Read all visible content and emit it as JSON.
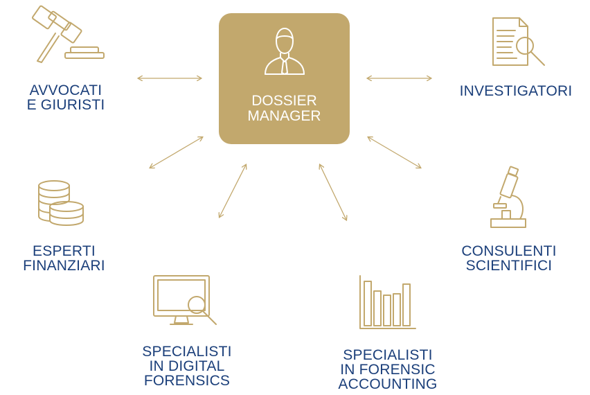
{
  "hub": {
    "lines": [
      "DOSSIER",
      "MANAGER"
    ],
    "icon": "manager-icon"
  },
  "nodes": [
    {
      "id": "avvocati",
      "lines": [
        "AVVOCATI",
        "E GIURISTI"
      ],
      "icon": "gavel-icon"
    },
    {
      "id": "investigatori",
      "lines": [
        "INVESTIGATORI"
      ],
      "icon": "document-search-icon"
    },
    {
      "id": "esperti",
      "lines": [
        "ESPERTI",
        "FINANZIARI"
      ],
      "icon": "coins-icon"
    },
    {
      "id": "consulenti",
      "lines": [
        "CONSULENTI",
        "SCIENTIFICI"
      ],
      "icon": "microscope-icon"
    },
    {
      "id": "digital",
      "lines": [
        "SPECIALISTI",
        "IN DIGITAL",
        "FORENSICS"
      ],
      "icon": "monitor-search-icon"
    },
    {
      "id": "accounting",
      "lines": [
        "SPECIALISTI",
        "IN FORENSIC",
        "ACCOUNTING"
      ],
      "icon": "bar-chart-icon"
    }
  ],
  "colors": {
    "gold": "#c2a86d",
    "navy": "#1b3f7a",
    "background": "#ffffff"
  }
}
